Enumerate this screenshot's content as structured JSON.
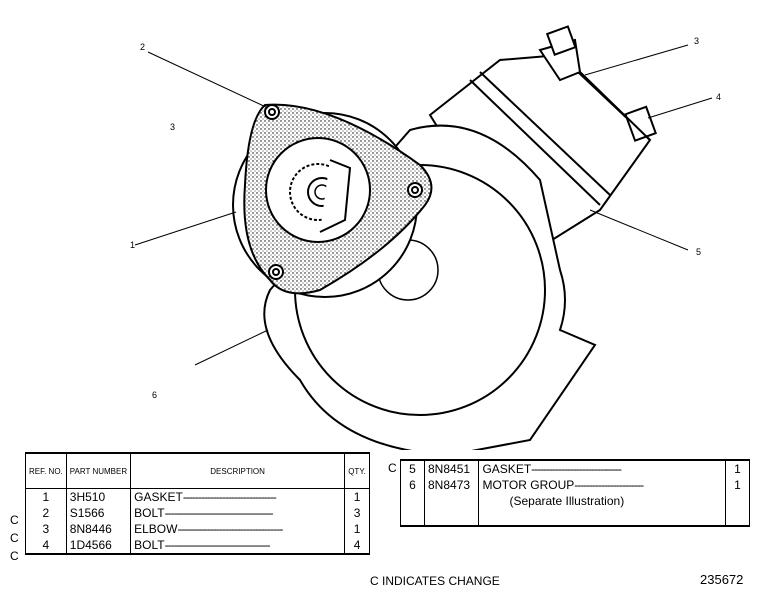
{
  "callouts": [
    "1",
    "2",
    "3",
    "3",
    "4",
    "5",
    "6"
  ],
  "left_table": {
    "headers": {
      "ref": "REF. NO.",
      "part": "PART NUMBER",
      "desc": "DESCRIPTION",
      "qty": "QTY."
    },
    "rows": [
      {
        "change": "",
        "ref": "1",
        "part": "3H510",
        "desc": "GASKET",
        "dashes": "-------------------------------",
        "qty": "1"
      },
      {
        "change": "C",
        "ref": "2",
        "part": "S1566",
        "desc": "BOLT",
        "dashes": "------------------------------------",
        "qty": "3"
      },
      {
        "change": "C",
        "ref": "3",
        "part": "8N8446",
        "desc": "ELBOW",
        "dashes": "-----------------------------------",
        "qty": "1"
      },
      {
        "change": "C",
        "ref": "4",
        "part": "1D4566",
        "desc": "BOLT",
        "dashes": "-----------------------------------",
        "qty": "4"
      }
    ]
  },
  "right_table": {
    "rows": [
      {
        "change": "C",
        "ref": "5",
        "part": "8N8451",
        "desc": "GASKET",
        "dashes": "------------------------------",
        "qty": "1"
      },
      {
        "change": "",
        "ref": "6",
        "part": "8N8473",
        "desc": "MOTOR GROUP",
        "dashes": "-----------------------",
        "qty": "1"
      }
    ],
    "note": "(Separate Illustration)"
  },
  "footer": {
    "change_note": "C INDICATES CHANGE",
    "figure_number": "235672"
  }
}
